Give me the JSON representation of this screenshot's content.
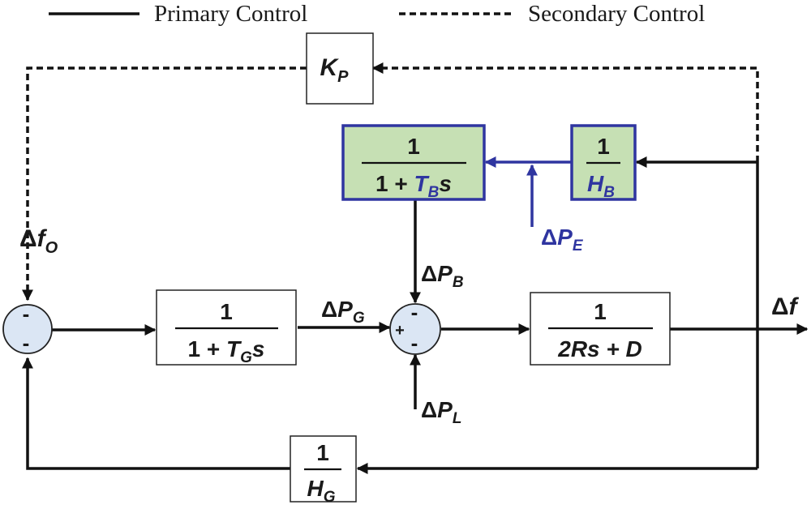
{
  "legend": {
    "primary": "Primary Control",
    "secondary": "Secondary Control"
  },
  "blocks": {
    "kp": {
      "k": "K",
      "sub": "P"
    },
    "battery": {
      "num": "1",
      "den_a": "1 + ",
      "den_t": "T",
      "den_sub": "B",
      "den_s": "s"
    },
    "hb": {
      "num": "1",
      "den": "H",
      "den_sub": "B"
    },
    "governor": {
      "num": "1",
      "den_a": "1 + ",
      "den_t": "T",
      "den_sub": "G",
      "den_s": "s"
    },
    "system": {
      "num": "1",
      "den": "2Rs + D"
    },
    "hg": {
      "num": "1",
      "den": "H",
      "den_sub": "G"
    }
  },
  "signals": {
    "delta": "Δ",
    "dfo": {
      "sym": "f",
      "sub": "O"
    },
    "dpg": {
      "sym": "P",
      "sub": "G"
    },
    "dpb": {
      "sym": "P",
      "sub": "B"
    },
    "dpe": {
      "sym": "P",
      "sub": "E"
    },
    "dpl": {
      "sym": "P",
      "sub": "L"
    },
    "df": {
      "sym": "f"
    }
  },
  "sums": {
    "left": {
      "top": "-",
      "bottom": "-"
    },
    "mid": {
      "top": "-",
      "left": "+",
      "bottom": "-"
    }
  },
  "colors": {
    "battery_fill": "#c6e0b4",
    "battery_edge": "#2f35a0",
    "sum_fill": "#dbe6f4",
    "line": "#111111"
  }
}
